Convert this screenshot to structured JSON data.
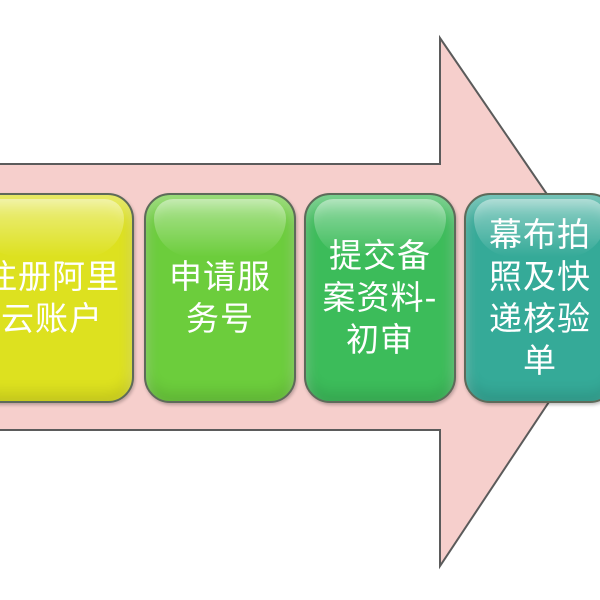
{
  "diagram": {
    "arrow_fill": "#f6cfcc",
    "arrow_stroke": "#5b5b5b",
    "steps": [
      {
        "label": "注册阿里云账户",
        "color": "#dde11f"
      },
      {
        "label": "申请服务号",
        "color": "#6ccd3c"
      },
      {
        "label": "提交备案资料-初审",
        "color": "#3cbc5a"
      },
      {
        "label": "幕布拍照及快递核验单",
        "color": "#35aa98"
      }
    ]
  }
}
